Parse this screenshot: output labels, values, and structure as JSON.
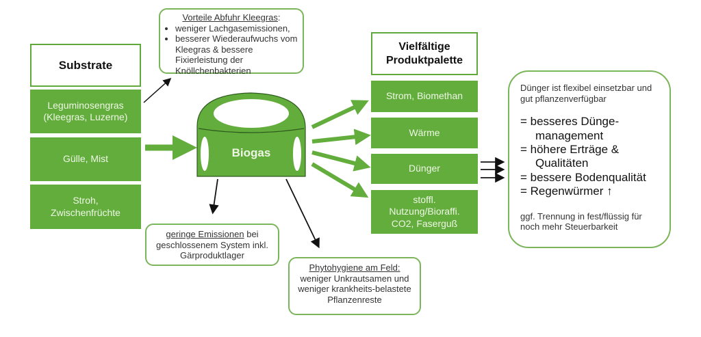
{
  "colors": {
    "green": "#63ad3c",
    "border": "#7ab55a"
  },
  "substrates": {
    "title": "Substrate",
    "items": [
      "Leguminosengras (Kleegras, Luzerne)",
      "Gülle, Mist",
      "Stroh, Zwischenfrüchte"
    ]
  },
  "vorteile": {
    "title": "Vorteile Abfuhr Kleegras",
    "colon": ":",
    "bullets": [
      "weniger Lachgasemissionen,",
      "besserer Wiederaufwuchs vom Kleegras & bessere Fixierleistung der Knöllchenbakterien"
    ]
  },
  "biogas": {
    "label": "Biogas"
  },
  "emissionen": {
    "underlined": "geringe Emissionen",
    "rest": " bei geschlossenem System inkl. Gärproduktlager"
  },
  "phyto": {
    "underlined": "Phytohygiene am Feld:",
    "rest": "weniger Unkrautsamen und weniger krankheits-belastete Pflanzenreste"
  },
  "produkte": {
    "title": "Vielfältige Produktpalette",
    "items": [
      "Strom, Biomethan",
      "Wärme",
      "Dünger",
      "stoffl. Nutzung/Bioraffi. CO2, Faserguß"
    ]
  },
  "duenger": {
    "intro": "Dünger ist flexibel einsetzbar und gut pflanzenverfügbar",
    "points": [
      "= besseres Dünge-",
      "management",
      "= höhere Erträge &",
      "Qualitäten",
      "= bessere Bodenqualität",
      "= Regenwürmer"
    ],
    "arrow_icon": "up-arrow-icon",
    "outro": "ggf. Trennung in fest/flüssig für noch mehr Steuerbarkeit"
  }
}
